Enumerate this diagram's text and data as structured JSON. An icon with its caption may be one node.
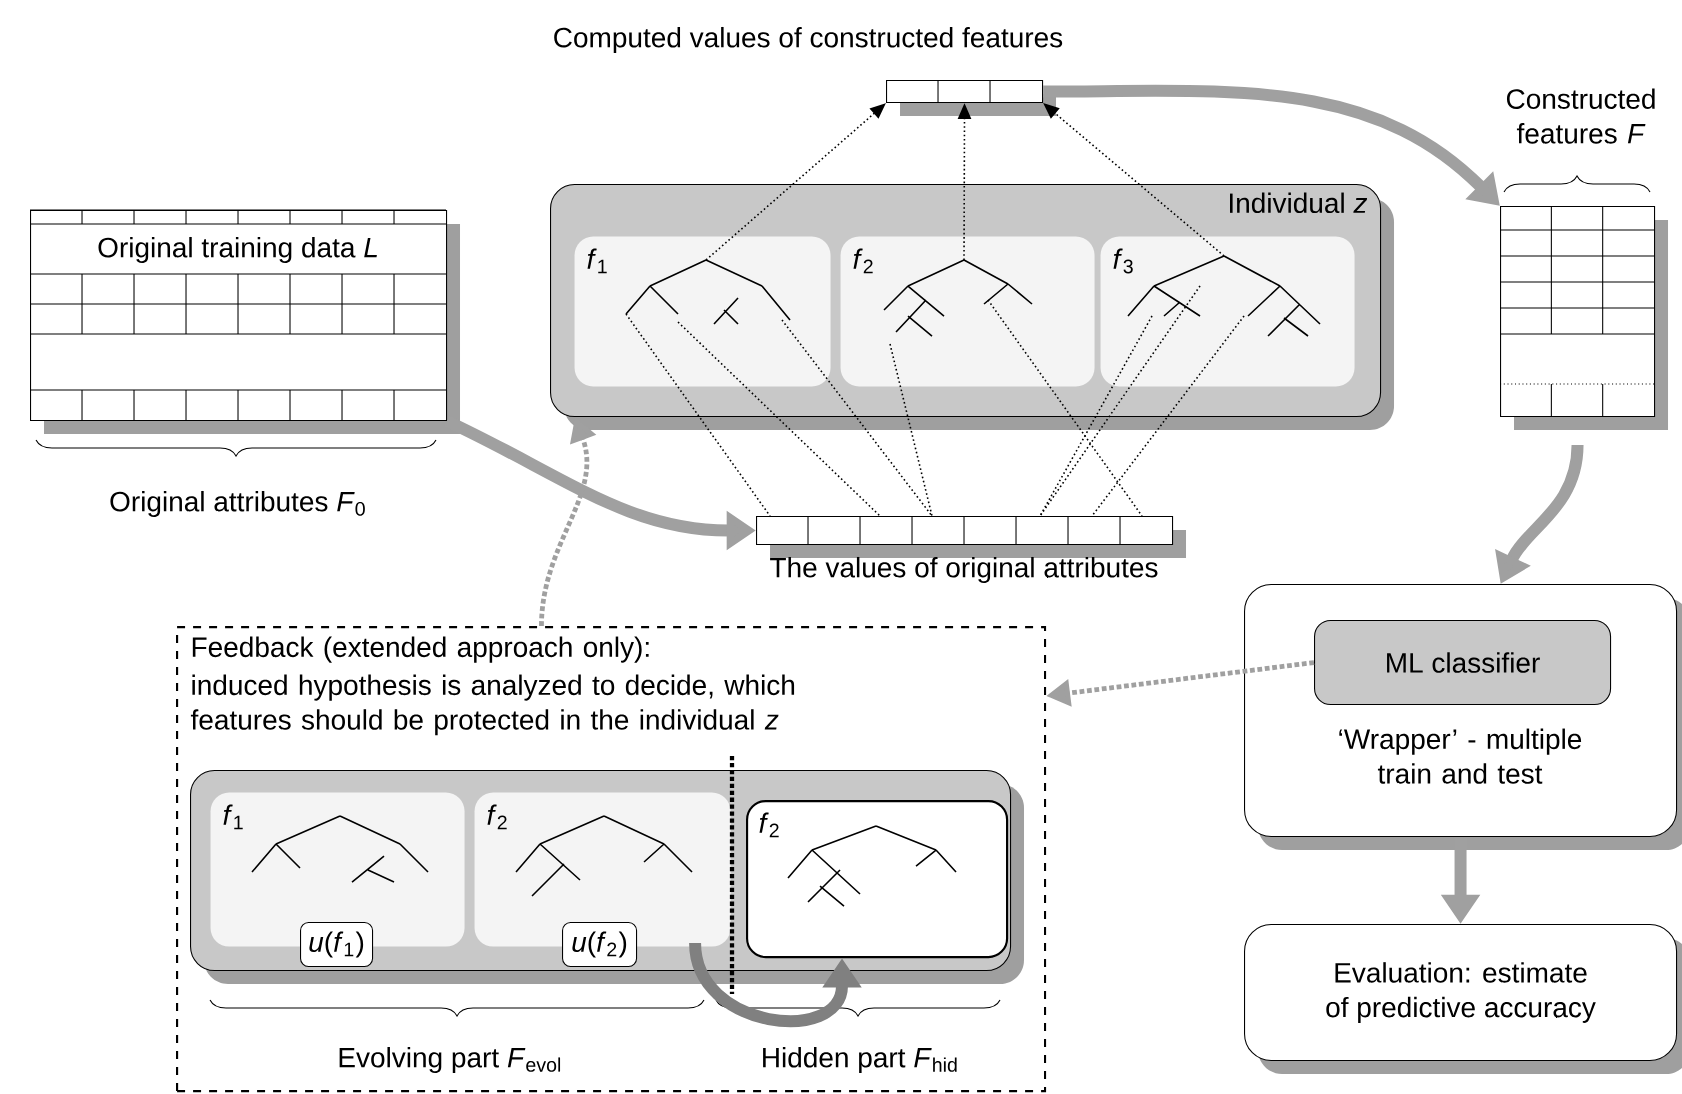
{
  "diagram": {
    "nodes": [
      {
        "text": [
          "Original training data *L*"
        ],
        "beside": [
          "Original attributes *F*$_{0}$"
        ]
      },
      {
        "text": [],
        "shape": "box",
        "beside": [
          "Computed values of constructed features"
        ]
      },
      {
        "text": [
          "Individual *z*"
        ]
      },
      {
        "text": [
          "*f*$_{1}$"
        ],
        "in": 2
      },
      {
        "text": [
          "*f*$_{2}$"
        ],
        "in": 2
      },
      {
        "text": [
          "*f*$_{3}$"
        ],
        "in": 2
      },
      {
        "text": [],
        "shape": "box",
        "beside": [
          "The values of original attributes"
        ]
      },
      {
        "text": [],
        "shape": "box",
        "beside": [
          "Constructed features *F*"
        ]
      },
      {
        "text": [
          "‘Wrapper’ - multiple train and test"
        ]
      },
      {
        "text": [
          "ML classifier"
        ],
        "in": 8
      },
      {
        "text": [
          "Evaluation: estimate of predictive accuracy"
        ]
      },
      {
        "text": [
          "Feedback (extended approach only):",
          "induced hypothesis is analyzed to decide, which features should be protected in the individual *z*"
        ]
      },
      {
        "text": [],
        "shape": "box",
        "in": 11
      },
      {
        "text": [
          "*f*$_{1}$"
        ],
        "in": 12
      },
      {
        "text": [
          "*u*(*f*$_{1}$)"
        ],
        "in": 12
      },
      {
        "text": [
          "*f*$_{2}$"
        ],
        "in": 12
      },
      {
        "text": [
          "*u*(*f*$_{2}$)"
        ],
        "in": 12
      },
      {
        "text": [
          "*f*$_{2}$"
        ],
        "in": 12
      }
    ],
    "edges": [
      {
        "from": 0,
        "to": 6,
        "arrow": "to",
        "style": "thick",
        "color": "#a0a0a0"
      },
      {
        "from": 1,
        "to": 7,
        "arrow": "to",
        "style": "thick",
        "color": "#a0a0a0"
      },
      {
        "from": 7,
        "to": 8,
        "arrow": "to",
        "style": "thick",
        "color": "#a0a0a0"
      },
      {
        "from": 8,
        "to": 10,
        "arrow": "to",
        "style": "thick",
        "color": "#a0a0a0"
      },
      {
        "from": 9,
        "to": 11,
        "arrow": "to",
        "style": "dashed",
        "color": "#a0a0a0"
      },
      {
        "from": 11,
        "to": 2,
        "arrow": "to",
        "style": "dashed",
        "color": "#a0a0a0"
      },
      {
        "from": 3,
        "to": 1,
        "arrow": "to",
        "style": "dashed"
      },
      {
        "from": 4,
        "to": 1,
        "arrow": "to",
        "style": "dashed"
      },
      {
        "from": 5,
        "to": 1,
        "arrow": "to",
        "style": "dashed"
      },
      {
        "from": 3,
        "to": 6,
        "arrow": "none",
        "style": "dashed"
      },
      {
        "from": 3,
        "to": 6,
        "arrow": "none",
        "style": "dashed"
      },
      {
        "from": 3,
        "to": 6,
        "arrow": "none",
        "style": "dashed"
      },
      {
        "from": 4,
        "to": 6,
        "arrow": "none",
        "style": "dashed"
      },
      {
        "from": 4,
        "to": 6,
        "arrow": "none",
        "style": "dashed"
      },
      {
        "from": 5,
        "to": 6,
        "arrow": "none",
        "style": "dashed"
      },
      {
        "from": 5,
        "to": 6,
        "arrow": "none",
        "style": "dashed"
      },
      {
        "from": 5,
        "to": 6,
        "arrow": "none",
        "style": "dashed"
      },
      {
        "from": 15,
        "to": 17,
        "arrow": "to",
        "style": "thick",
        "color": "#808080"
      }
    ],
    "labels": [
      "Evolving part *F*$_{evol}$",
      "Hidden part *F*$_{hid}$"
    ]
  }
}
